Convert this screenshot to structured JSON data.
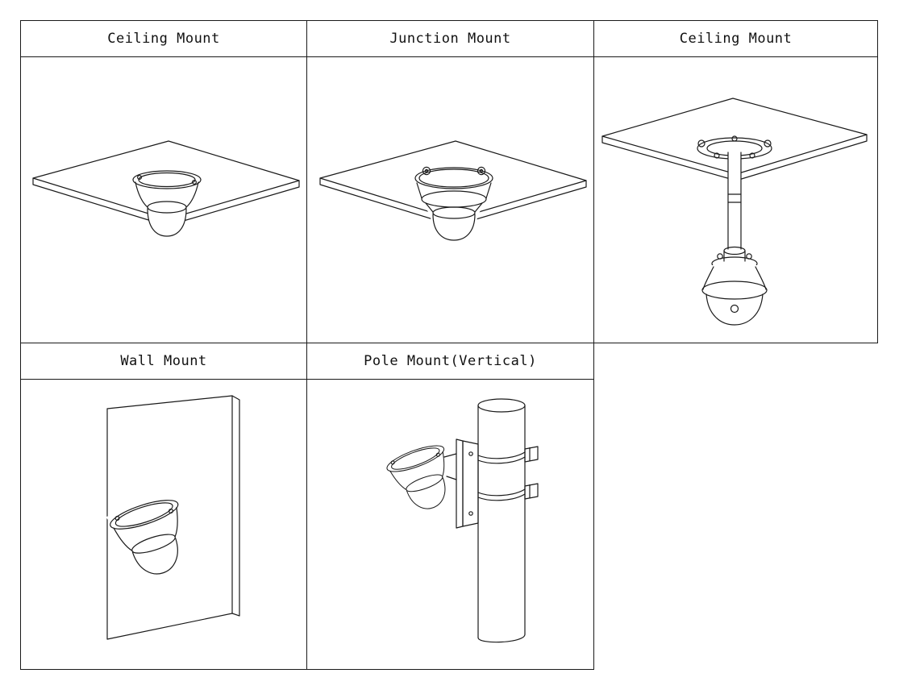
{
  "diagram": {
    "background": "#ffffff",
    "stroke_color": "#1a1a1a",
    "cells": [
      {
        "id": "ceiling-mount-1",
        "label": "Ceiling Mount",
        "illustration": "dome-camera-under-ceiling-panel"
      },
      {
        "id": "junction-mount",
        "label": "Junction Mount",
        "illustration": "dome-camera-with-junction-box-under-ceiling-panel"
      },
      {
        "id": "ceiling-mount-2",
        "label": "Ceiling Mount",
        "illustration": "pendant-dome-camera-on-ceiling-pole"
      },
      {
        "id": "wall-mount",
        "label": "Wall Mount",
        "illustration": "dome-camera-on-wall"
      },
      {
        "id": "pole-mount",
        "label": "Pole Mount(Vertical)",
        "illustration": "dome-camera-strapped-to-pole"
      }
    ]
  }
}
